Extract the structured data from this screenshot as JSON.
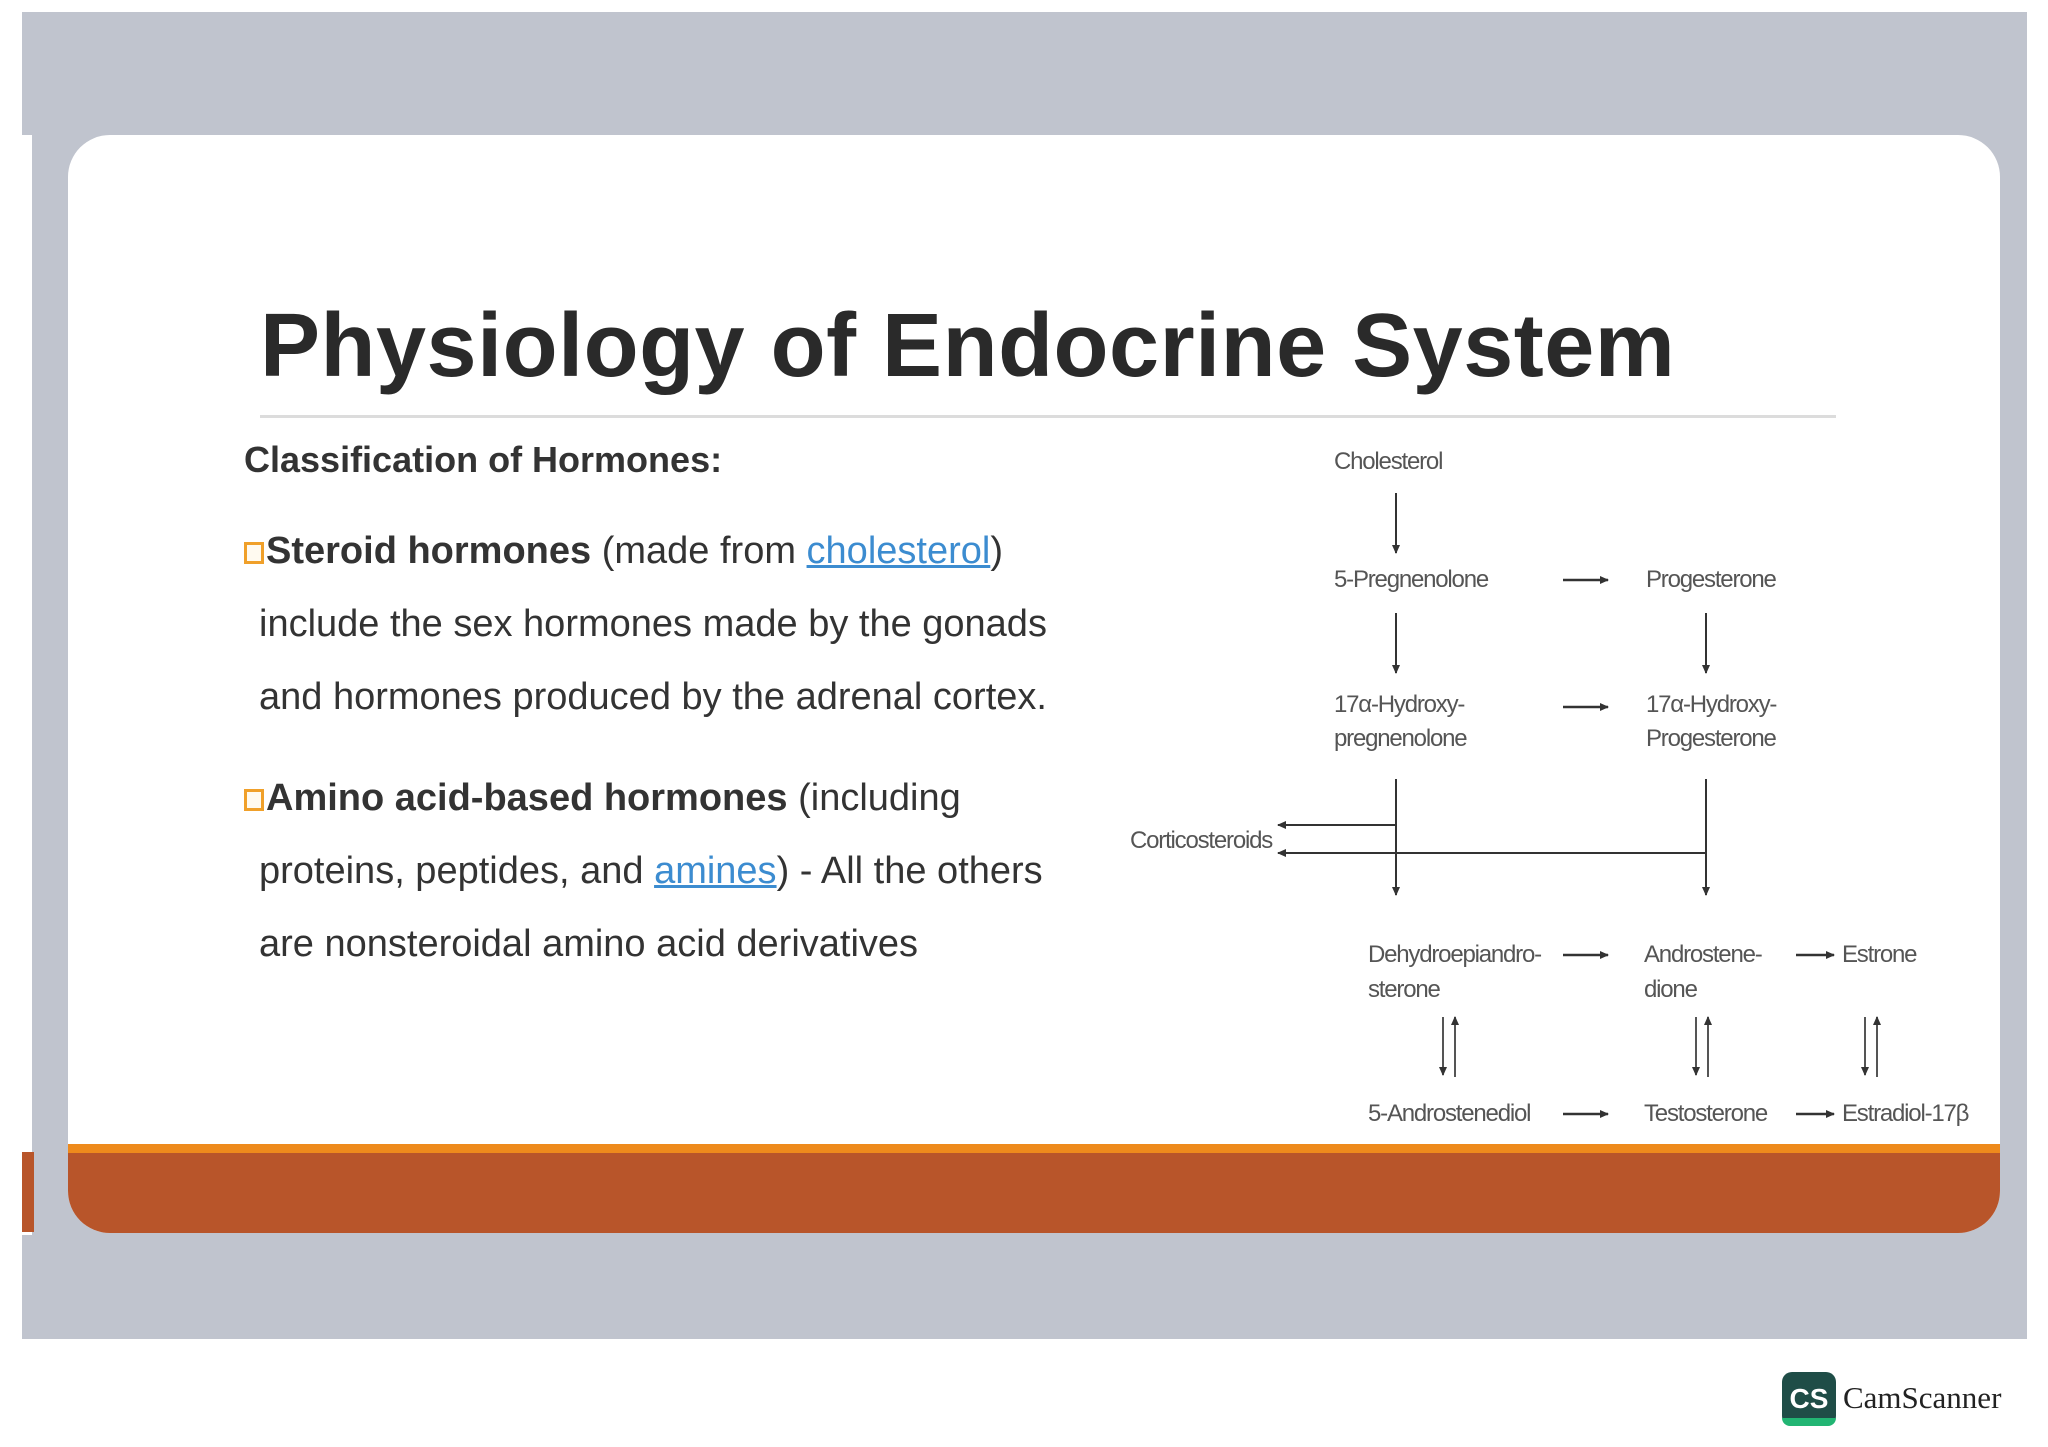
{
  "slide": {
    "title": "Physiology of Endocrine System",
    "subtitle": "Classification of Hormones:",
    "bullet1": {
      "bold": "Steroid hormones",
      "pre_link": " (made from ",
      "link": "cholesterol",
      "post_link": ")",
      "line2": "include the sex hormones made by the gonads",
      "line3": "and hormones produced by the adrenal cortex."
    },
    "bullet2": {
      "bold": "Amino acid-based hormones",
      "rest": " (including",
      "line2_pre": "proteins, peptides, and ",
      "link": "amines",
      "line2_post": ") - All the others",
      "line3": "are nonsteroidal amino acid derivatives"
    }
  },
  "pathway": {
    "cholesterol": "Cholesterol",
    "pregnenolone": "5-Pregnenolone",
    "progesterone": "Progesterone",
    "hydroxy_preg_1": "17α-Hydroxy-",
    "hydroxy_preg_2": "pregnenolone",
    "hydroxy_prog_1": "17α-Hydroxy-",
    "hydroxy_prog_2": "Progesterone",
    "corticosteroids": "Corticosteroids",
    "dhea_1": "Dehydroepiandro-",
    "dhea_2": "sterone",
    "androstenedione_1": "Androstene-",
    "androstenedione_2": "dione",
    "estrone": "Estrone",
    "androstenediol": "5-Androstenediol",
    "testosterone": "Testosterone",
    "estradiol": "Estradiol-17β"
  },
  "watermark": {
    "logo": "CS",
    "text": "CamScanner"
  },
  "colors": {
    "footer_band": "#b8552a",
    "footer_accent": "#ee8a1c",
    "link": "#3c8cd0",
    "checkbox": "#f0a02a",
    "photo_background": "#c0c4ce"
  }
}
